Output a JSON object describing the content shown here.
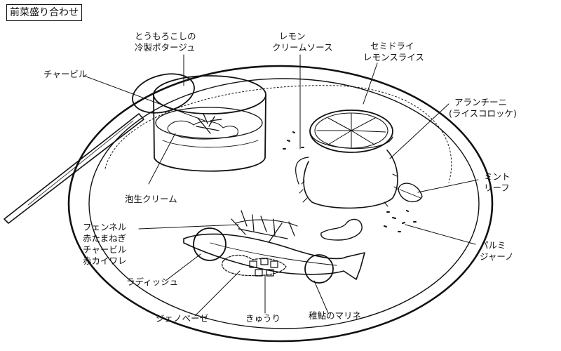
{
  "title": "前菜盛り合わせ",
  "labels": {
    "soup": [
      "とうもろこしの",
      "冷製ポタージュ"
    ],
    "chervil_top": [
      "チャービル"
    ],
    "lemon_sauce": [
      "レモン",
      "クリームソース"
    ],
    "lemon_slice": [
      "セミドライ",
      "レモンスライス"
    ],
    "arancini": [
      "アランチーニ",
      "(ライスコロッケ)"
    ],
    "mint": [
      "ミント",
      "リーフ"
    ],
    "cream": [
      "泡生クリーム"
    ],
    "garnish": [
      "フェンネル",
      "赤たまねぎ",
      "チャービル",
      "赤カイワレ"
    ],
    "parmigiano": [
      "パルミ",
      "ジャーノ"
    ],
    "radish": [
      "ラディッシュ"
    ],
    "genovese": [
      "ジェノベーゼ"
    ],
    "cucumber": [
      "きゅうり"
    ],
    "ayu": [
      "稚鮎のマリネ"
    ]
  }
}
